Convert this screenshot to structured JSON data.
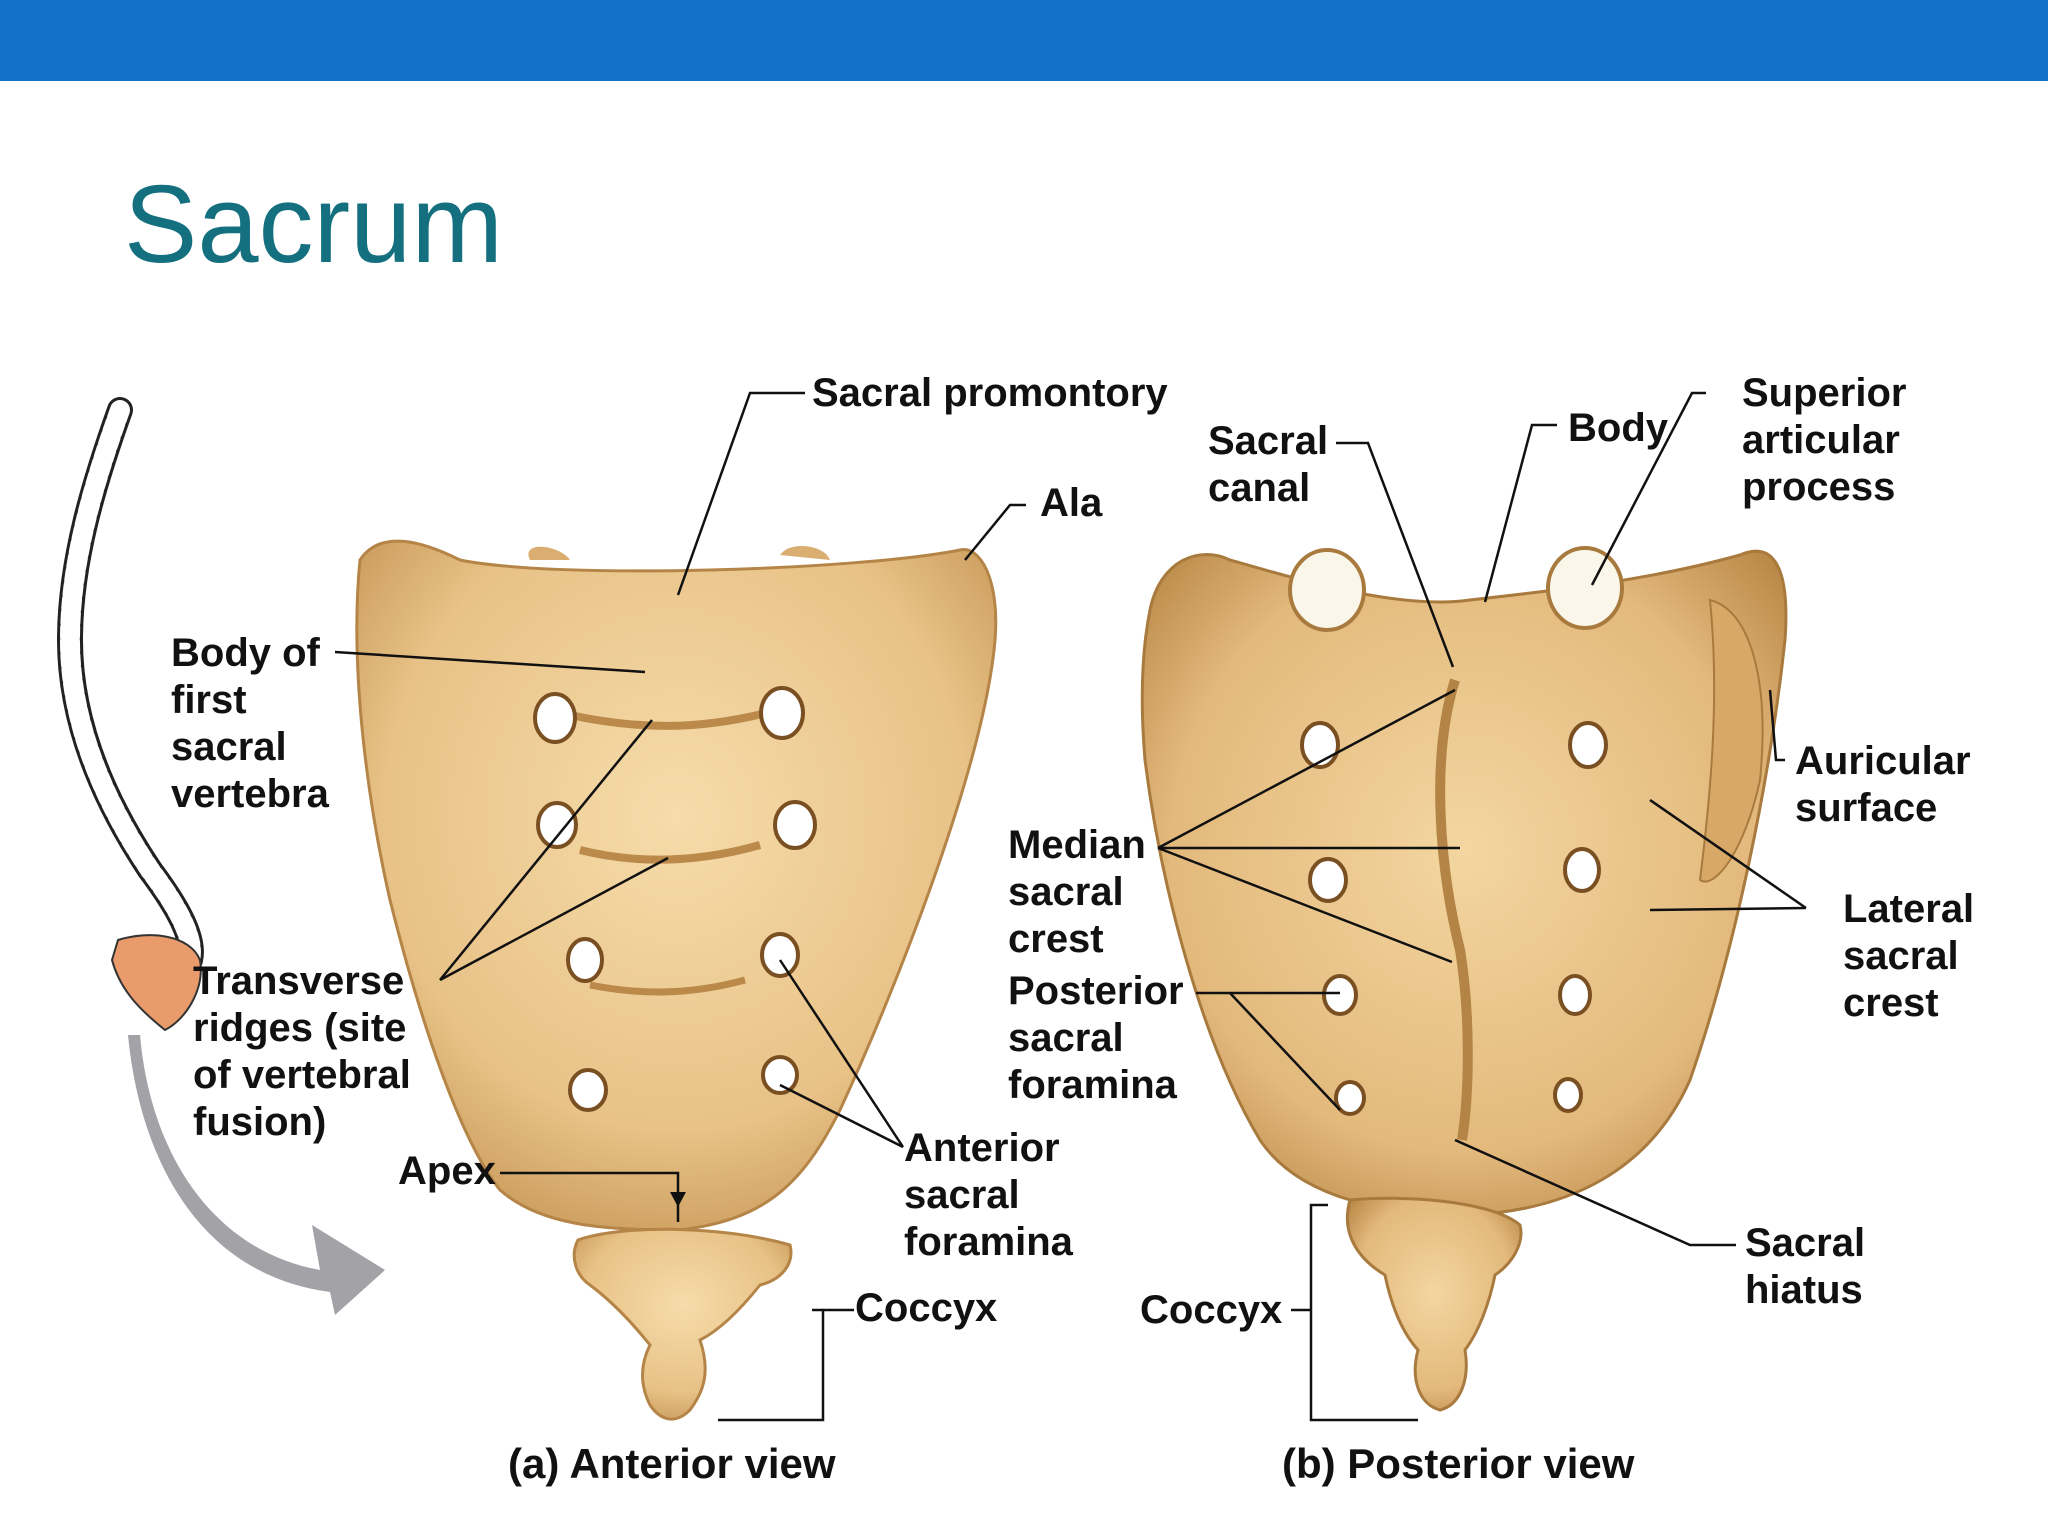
{
  "slide": {
    "title": "Sacrum",
    "colors": {
      "header_bar": "#1570c9",
      "title": "#14707f",
      "bone": "#e7c189",
      "bone_shadow": "#c99a5a",
      "arrow": "#a3a2a7"
    }
  },
  "labels": {
    "sacral_promontory": "Sacral promontory",
    "ala": "Ala",
    "body_first_sacral": "Body of\nfirst\nsacral\nvertebra",
    "transverse_ridges": "Transverse\nridges (site\nof vertebral\nfusion)",
    "apex": "Apex",
    "anterior_sacral_foramina": "Anterior\nsacral\nforamina",
    "coccyx_a": "Coccyx",
    "sacral_canal": "Sacral\ncanal",
    "body": "Body",
    "superior_articular_process": "Superior\narticular\nprocess",
    "auricular_surface": "Auricular\nsurface",
    "median_sacral_crest": "Median\nsacral\ncrest",
    "lateral_sacral_crest": "Lateral\nsacral\ncrest",
    "posterior_sacral_foramina": "Posterior\nsacral\nforamina",
    "sacral_hiatus": "Sacral\nhiatus",
    "coccyx_b": "Coccyx"
  },
  "captions": {
    "anterior": "(a) Anterior view",
    "posterior": "(b) Posterior view"
  }
}
